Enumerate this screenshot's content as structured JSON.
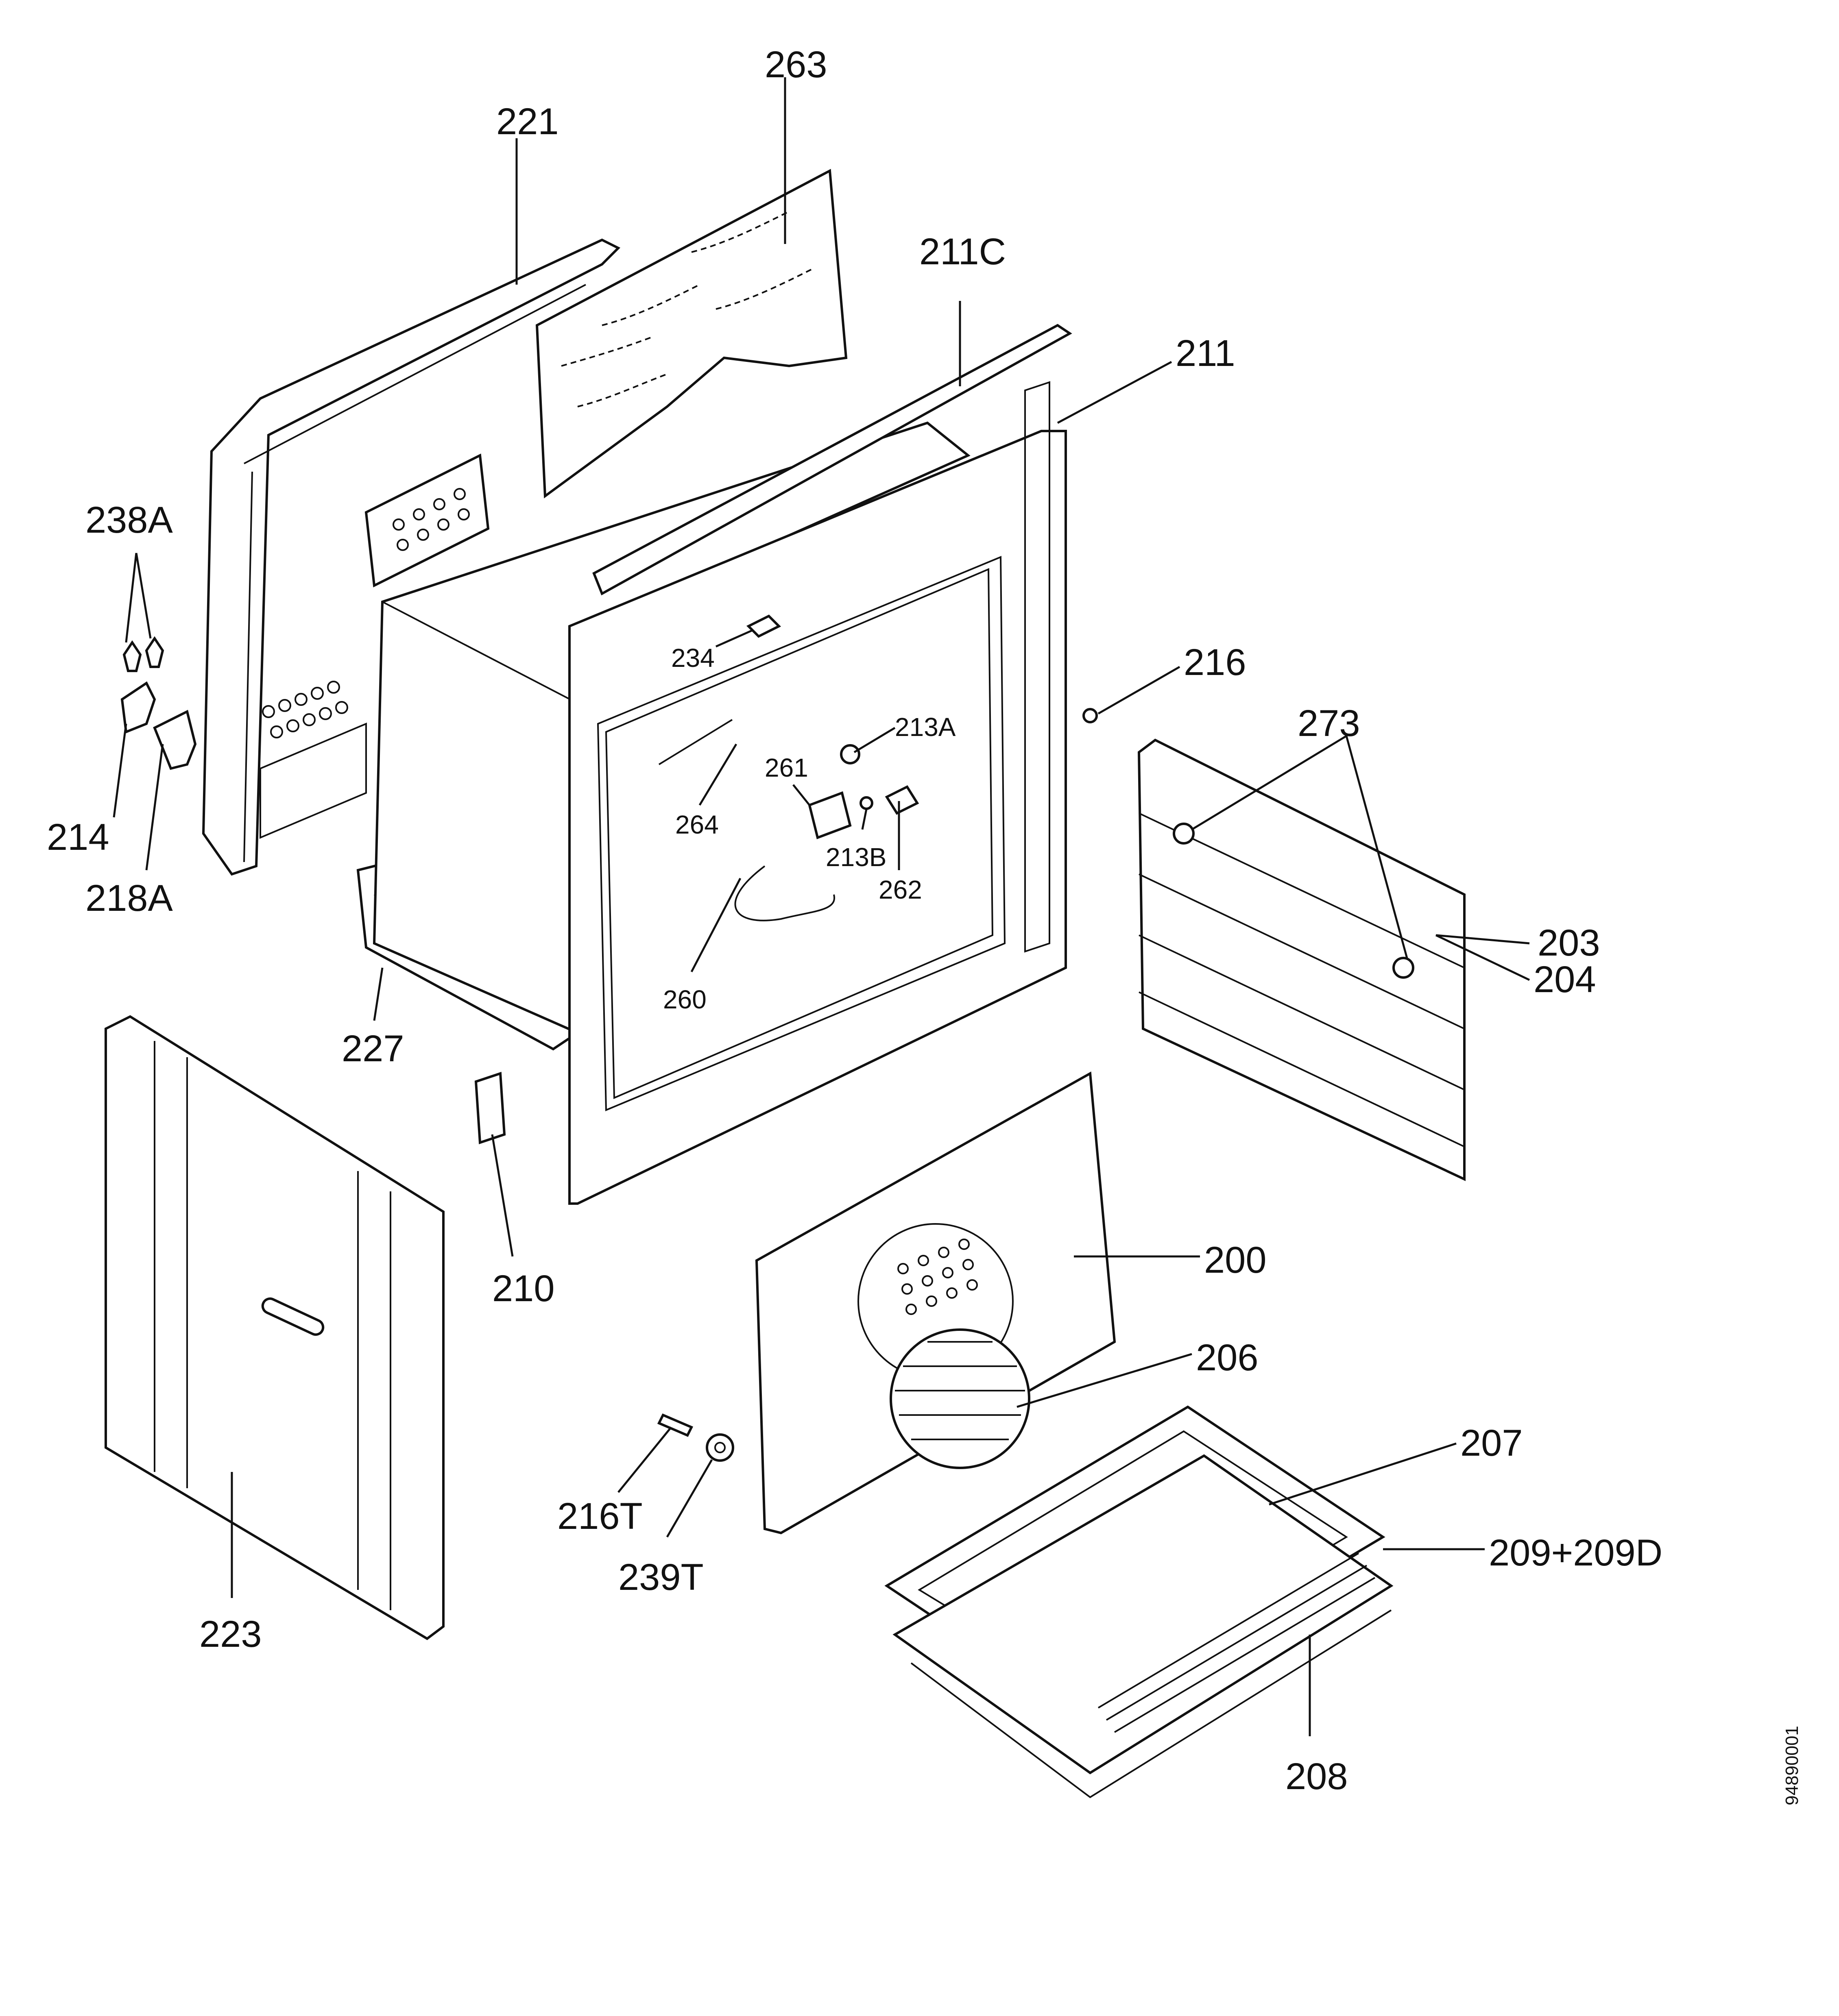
{
  "figure": {
    "doc_id": "94890001"
  },
  "parts": [
    {
      "id": "p263",
      "label": "263"
    },
    {
      "id": "p221",
      "label": "221"
    },
    {
      "id": "p211C",
      "label": "211C"
    },
    {
      "id": "p211",
      "label": "211"
    },
    {
      "id": "p238A",
      "label": "238A"
    },
    {
      "id": "p216",
      "label": "216"
    },
    {
      "id": "p273",
      "label": "273"
    },
    {
      "id": "p234",
      "label": "234"
    },
    {
      "id": "p213A",
      "label": "213A"
    },
    {
      "id": "p261",
      "label": "261"
    },
    {
      "id": "p264",
      "label": "264"
    },
    {
      "id": "p214",
      "label": "214"
    },
    {
      "id": "p218A",
      "label": "218A"
    },
    {
      "id": "p213B",
      "label": "213B"
    },
    {
      "id": "p262",
      "label": "262"
    },
    {
      "id": "p203",
      "label": "203"
    },
    {
      "id": "p204",
      "label": "204"
    },
    {
      "id": "p260",
      "label": "260"
    },
    {
      "id": "p227",
      "label": "227"
    },
    {
      "id": "p200",
      "label": "200"
    },
    {
      "id": "p210",
      "label": "210"
    },
    {
      "id": "p206",
      "label": "206"
    },
    {
      "id": "p207",
      "label": "207"
    },
    {
      "id": "p216T",
      "label": "216T"
    },
    {
      "id": "p209",
      "label": "209+209D"
    },
    {
      "id": "p239T",
      "label": "239T"
    },
    {
      "id": "p223",
      "label": "223"
    },
    {
      "id": "p208",
      "label": "208"
    }
  ]
}
